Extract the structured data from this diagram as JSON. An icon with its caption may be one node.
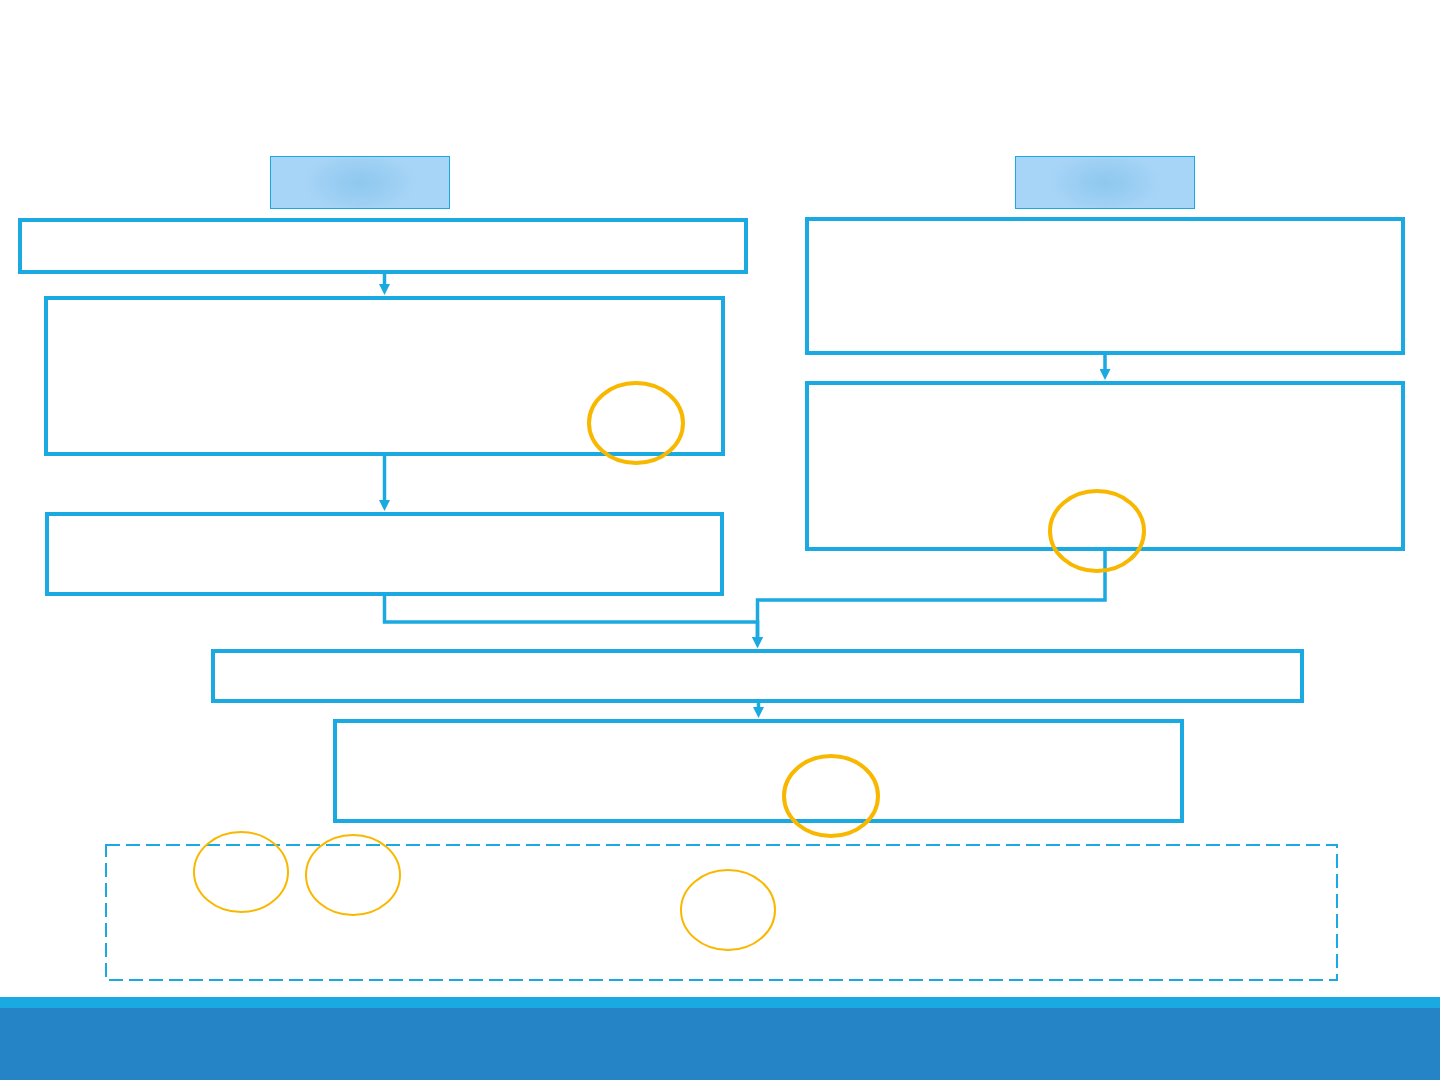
{
  "diagram": {
    "nodes": [
      {
        "text": [],
        "shape": "box"
      },
      {
        "text": [],
        "shape": "box"
      },
      {
        "text": [],
        "shape": "box"
      },
      {
        "text": [],
        "shape": "box"
      },
      {
        "text": [],
        "shape": "box"
      },
      {
        "text": [],
        "shape": "box"
      },
      {
        "text": [],
        "shape": "box"
      },
      {
        "text": [],
        "shape": "box"
      },
      {
        "text": [],
        "shape": "box"
      },
      {
        "text": [],
        "shape": "box"
      }
    ],
    "edges": [
      {
        "from": 2,
        "to": 4,
        "arrow": "to"
      },
      {
        "from": 4,
        "to": 6,
        "arrow": "to"
      },
      {
        "from": 3,
        "to": 5,
        "arrow": "to"
      },
      {
        "from": 6,
        "to": 7,
        "arrow": "to"
      },
      {
        "from": 5,
        "to": 7,
        "arrow": "to"
      },
      {
        "from": 7,
        "to": 8,
        "arrow": "to"
      }
    ]
  }
}
